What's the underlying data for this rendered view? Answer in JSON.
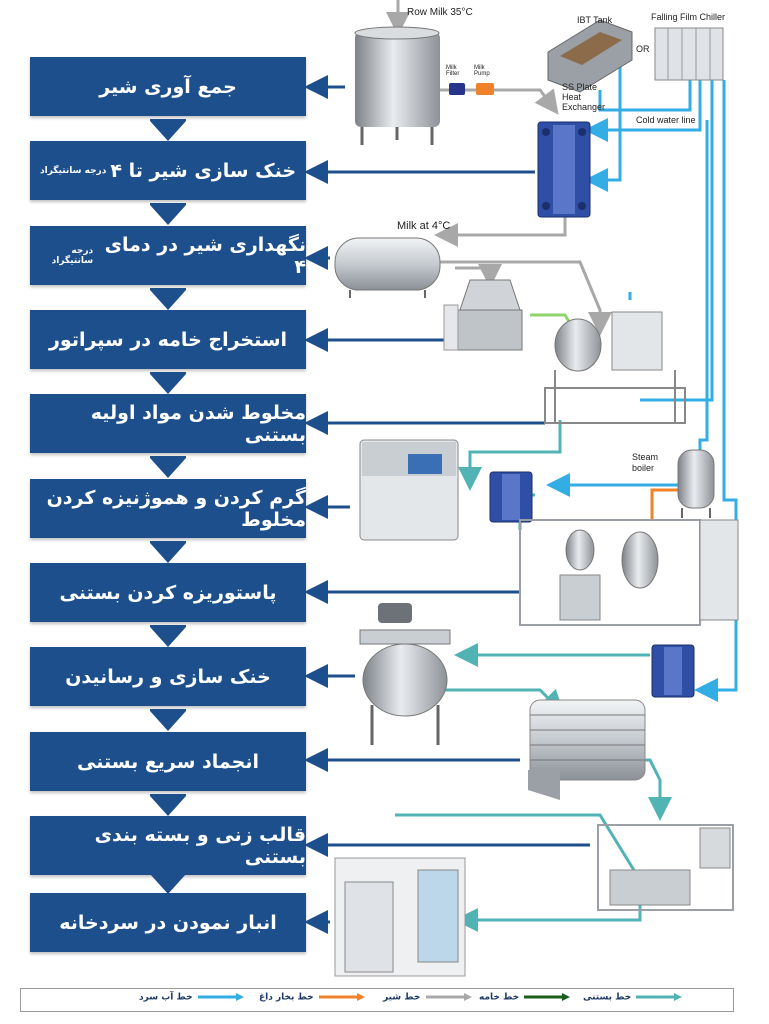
{
  "steps": [
    {
      "label": "جمع آوری شیر",
      "sub": ""
    },
    {
      "label": "خنک سازی شیر تا ۴",
      "sub": "درجه سانتیگراد"
    },
    {
      "label": "نگهداری شیر در دمای ۴",
      "sub": "درجه سانتیگراد"
    },
    {
      "label": "استخراج خامه در سپراتور",
      "sub": ""
    },
    {
      "label": "مخلوط شدن مواد اولیه بستنی",
      "sub": ""
    },
    {
      "label": "گرم کردن و هموژنیزه کردن مخلوط",
      "sub": ""
    },
    {
      "label": "پاستوریزه کردن بستنی",
      "sub": ""
    },
    {
      "label": "خنک سازی و رسانیدن",
      "sub": ""
    },
    {
      "label": "انجماد سریع بستنی",
      "sub": ""
    },
    {
      "label": "قالب زنی و بسته بندی بستنی",
      "sub": ""
    },
    {
      "label": "انبار نمودن در سردخانه",
      "sub": ""
    }
  ],
  "labels": {
    "raw_milk": "Row Milk 35°C",
    "ibt_tank": "IBT Tank",
    "or": "OR",
    "falling_film": "Falling Film Chiller",
    "milk_filter": "Milk Filter",
    "milk_pump": "Milk Pump",
    "ss_plate": "SS Plate Heat Exchanger",
    "cold_water_line": "Cold water line",
    "milk_at_4": "Milk at 4°C",
    "steam_boiler": "Steam boiler"
  },
  "legend": [
    {
      "label": "خط آب سرد",
      "color": "#33aee5"
    },
    {
      "label": "خط بخار داغ",
      "color": "#f0832a"
    },
    {
      "label": "خط شیر",
      "color": "#a8a8a8"
    },
    {
      "label": "خط خامه",
      "color": "#1a5e1e"
    },
    {
      "label": "خط بستنی",
      "color": "#52b3b4"
    }
  ],
  "colors": {
    "step_bg": "#1d4f8c",
    "arrow_blue": "#1d4f8c",
    "cold_water": "#33aee5",
    "steam": "#f0832a",
    "milk": "#a8a8a8",
    "cream": "#1a5e1e",
    "icecream": "#52b3b4"
  }
}
